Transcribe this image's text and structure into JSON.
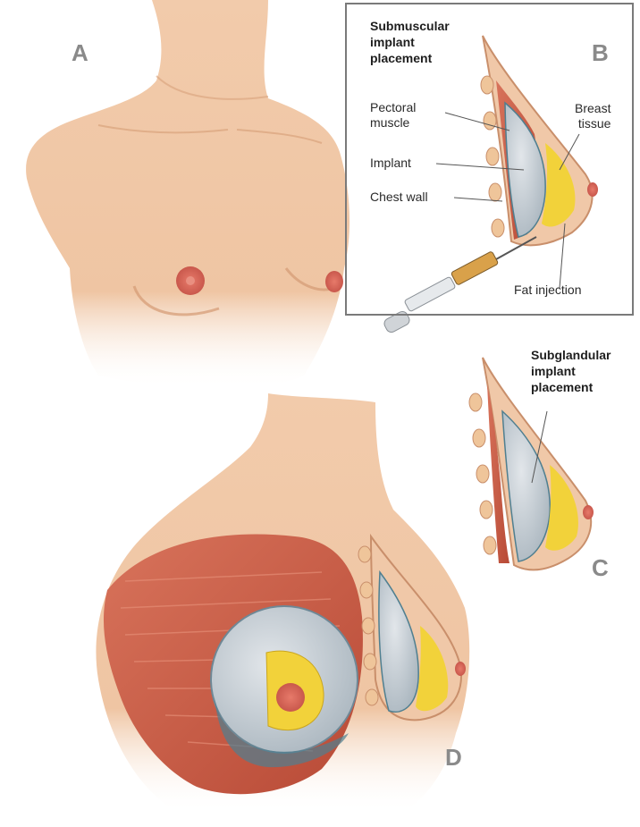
{
  "panels": {
    "a": {
      "letter": "A"
    },
    "b": {
      "letter": "B",
      "heading": "Submuscular\nimplant\nplacement",
      "labels": {
        "pectoral_muscle": "Pectoral\nmuscle",
        "implant": "Implant",
        "chest_wall": "Chest wall",
        "breast_tissue": "Breast\ntissue",
        "fat_injection": "Fat injection"
      }
    },
    "c": {
      "letter": "C",
      "heading": "Subglandular\nimplant\nplacement"
    },
    "d": {
      "letter": "D"
    }
  },
  "colors": {
    "skin": "#f0c8a8",
    "skin_shadow": "#d9a27c",
    "nipple": "#d4665a",
    "muscle": "#c95a44",
    "implant": "#c7d0d6",
    "fat": "#f2d23a",
    "rib": "#efc59a",
    "letter_gray": "#8a8a8a"
  },
  "icons": {
    "syringe": "syringe-icon"
  }
}
